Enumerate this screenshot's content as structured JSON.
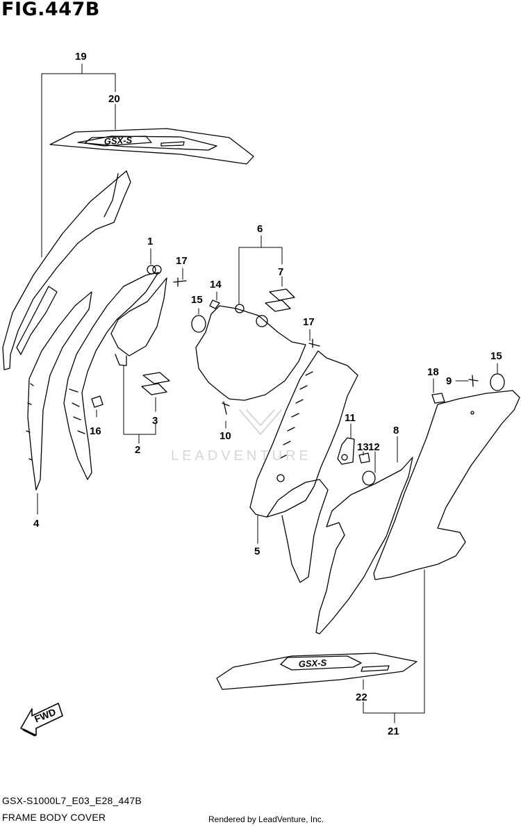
{
  "figure": {
    "title": "FIG.447B",
    "code": "GSX-S1000L7_E03_E28_447B",
    "name": "FRAME BODY COVER",
    "credit": "Rendered by LeadVenture, Inc.",
    "watermark": "LEADVENTURE",
    "fwd_label": "FWD",
    "emblem_text": "GSX-S"
  },
  "callouts": {
    "c1": "1",
    "c2": "2",
    "c3": "3",
    "c4": "4",
    "c5": "5",
    "c6": "6",
    "c7": "7",
    "c8": "8",
    "c9": "9",
    "c10": "10",
    "c11": "11",
    "c12": "12",
    "c13": "13",
    "c14": "14",
    "c15a": "15",
    "c15b": "15",
    "c16": "16",
    "c17a": "17",
    "c17b": "17",
    "c18": "18",
    "c19": "19",
    "c20": "20",
    "c21": "21",
    "c22": "22"
  }
}
